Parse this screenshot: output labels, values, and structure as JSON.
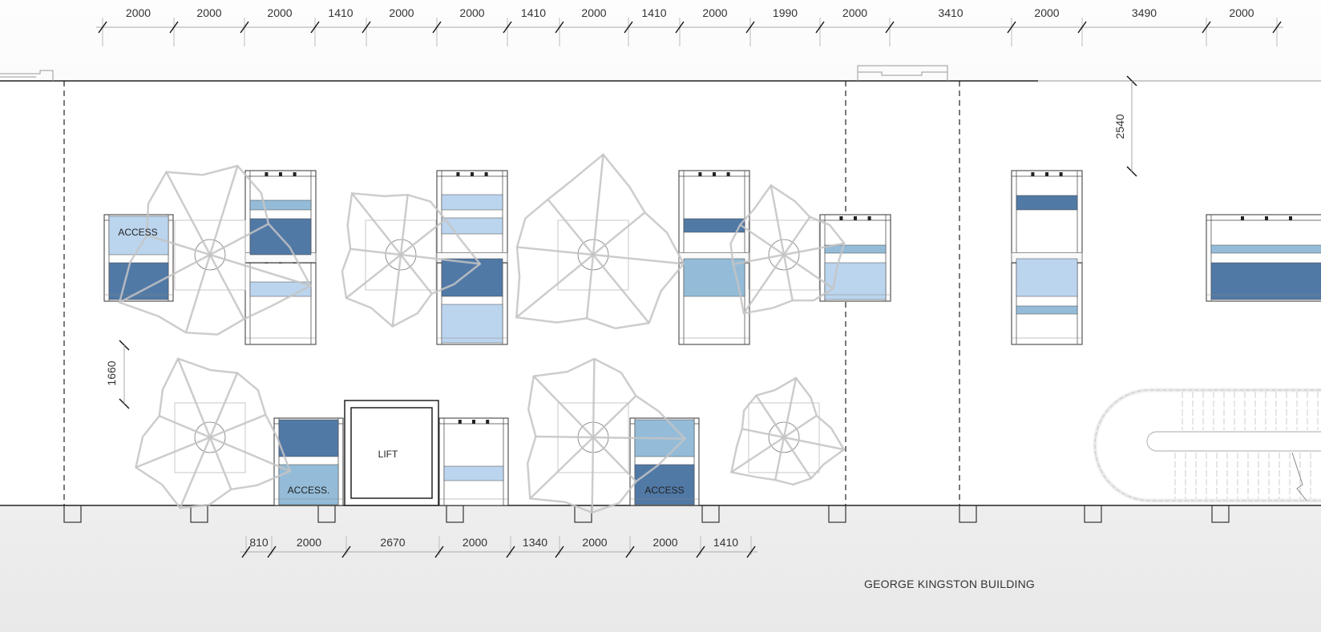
{
  "title": "GEORGE KINGSTON BUILDING",
  "top_dimensions": [
    "2000",
    "2000",
    "2000",
    "1410",
    "2000",
    "2000",
    "1410",
    "2000",
    "1410",
    "2000",
    "1990",
    "2000",
    "3410",
    "2000",
    "3490",
    "2000"
  ],
  "bottom_dimensions": [
    "810",
    "2000",
    "2670",
    "2000",
    "1340",
    "2000",
    "2000",
    "1410"
  ],
  "vertical_dimensions": {
    "right_clearance": "2540",
    "left_aisle": "1660"
  },
  "labels": {
    "access_1": "ACCESS",
    "access_2": "ACCESS.",
    "access_3": "ACCESS",
    "lift": "LIFT"
  },
  "colors": {
    "dark": "#5179a6",
    "mid": "#94bcd8",
    "light": "#bcd5ee",
    "umbrella": "#c4c4c4",
    "wall": "#222222"
  }
}
